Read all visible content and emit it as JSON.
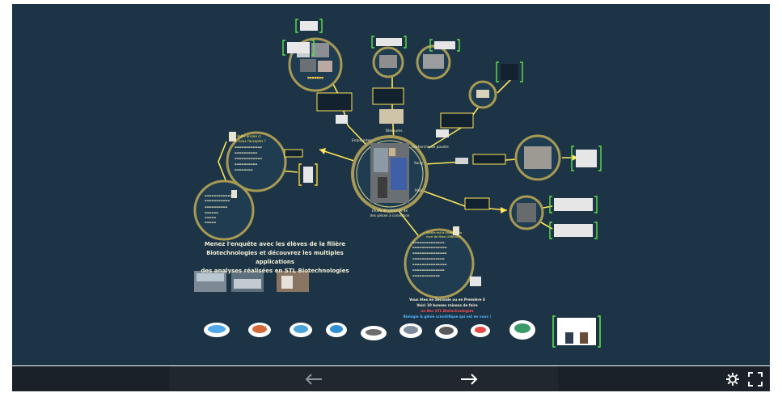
{
  "app": {
    "viewer": "Prezi presentation viewer"
  },
  "presentation": {
    "headline": [
      "Menez l'enquête avec les élèves de la filière",
      "Biotechnologies et découvrez les multiples applications",
      "des analyses réalisées en STL Biotechnologies"
    ],
    "center_caption": [
      "Étude de crime et de",
      "des pièces à conviction"
    ],
    "branch_labels": {
      "empreintes": "Empreintes",
      "blessures": "Blessures",
      "sang": "Sang",
      "recherche_poudre": "Recherche de poudre",
      "poils": "Poils"
    },
    "question_top": [
      "Votre ancien ci",
      "vous l'accepter ?"
    ],
    "question_bottom": [
      "Quelle est le cause de la",
      "mort de Mme LEBRUN ?"
    ],
    "bottom_note": [
      "Vous êtes en Seconde ou en Première S",
      "Voici 10 bonnes raisons de faire",
      "un Bac STL Biotechnologies",
      "Biologie & génie scientifique qui est en vous !"
    ]
  },
  "toolbar": {
    "prev_icon": "arrow-left-icon",
    "next_icon": "arrow-right-icon",
    "settings_icon": "gear-icon",
    "fullscreen_icon": "fullscreen-icon"
  },
  "colors": {
    "canvas_bg": "#1d3446",
    "ring": "#a89a54",
    "connector": "#ffe65a",
    "toolbar_bg": "#1a2129",
    "bracket_green": "#5ee04a",
    "bracket_yellow": "#ffd23a"
  }
}
